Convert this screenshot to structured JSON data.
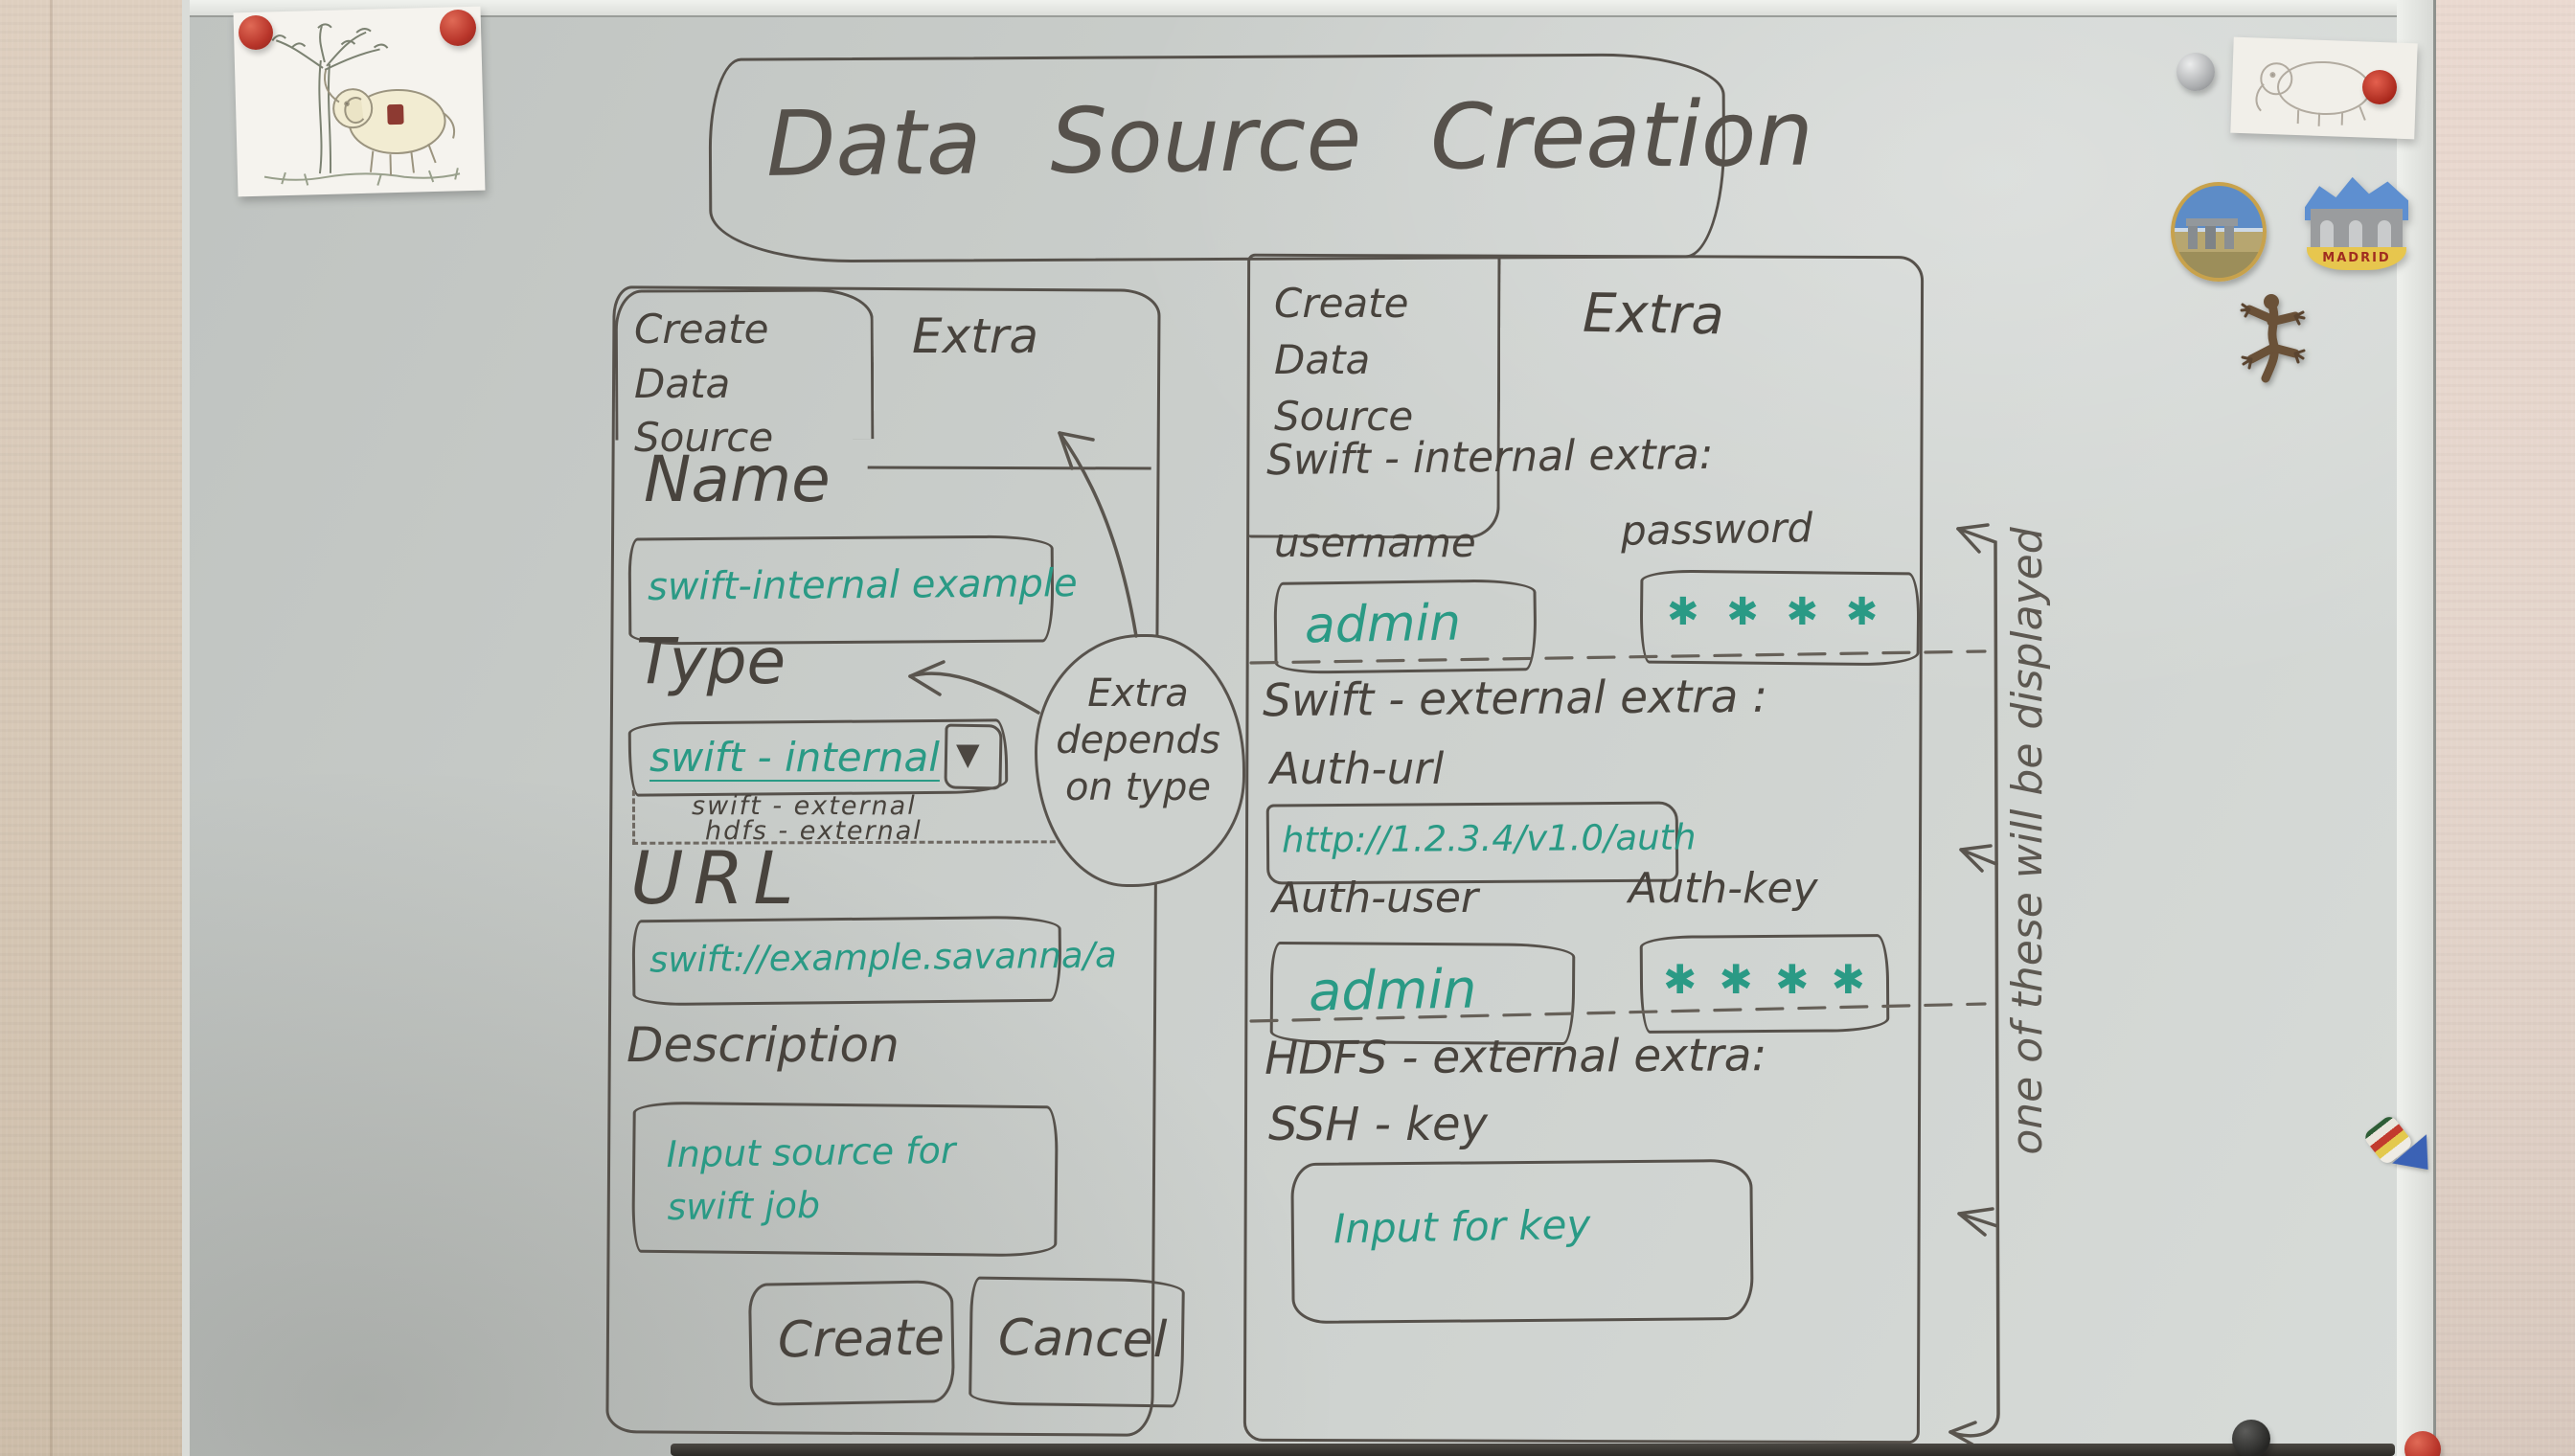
{
  "title": "Data Source Creation",
  "left_panel": {
    "tab_create": "Create\nData Source",
    "tab_extra": "Extra",
    "name_label": "Name",
    "name_value": "swift-internal example",
    "type_label": "Type",
    "type_value": "swift - internal",
    "type_caret": "▼",
    "type_option_1": "swift - external",
    "type_option_2": "hdfs - external",
    "url_label": "URL",
    "url_value": "swift://example.savanna/a",
    "description_label": "Description",
    "description_value": "Input source for\nswift job",
    "create_button": "Create",
    "cancel_button": "Cancel"
  },
  "right_panel": {
    "tab_create": "Create\nData\n Source",
    "tab_extra": "Extra",
    "swift_internal_heading": "Swift - internal extra:",
    "username_label": "username",
    "username_value": "admin",
    "password_label": "password",
    "password_value": "✱ ✱ ✱ ✱",
    "swift_external_heading": "Swift - external  extra :",
    "auth_url_label": "Auth-url",
    "auth_url_value": "http://1.2.3.4/v1.0/auth",
    "auth_user_label": "Auth-user",
    "auth_user_value": "admin",
    "auth_key_label": "Auth-key",
    "auth_key_value": "✱ ✱ ✱ ✱",
    "hdfs_heading": "HDFS - external extra:",
    "ssh_key_label": "SSH - key",
    "ssh_key_value": "Input for key"
  },
  "annotations": {
    "extra_depends_on_type": "Extra\ndepends\non type",
    "one_of_these": "one of these will be displayed"
  },
  "decorations": {
    "madrid_magnet_label": "MADRID"
  }
}
